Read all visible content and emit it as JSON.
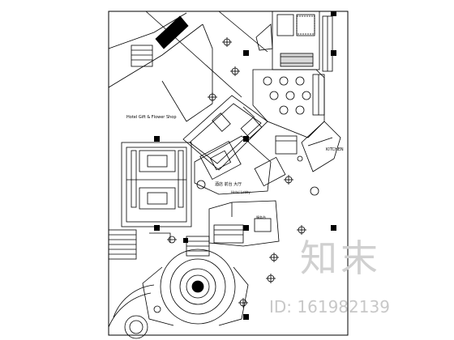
{
  "labels": {
    "shop": "Hotel Gift & Flower Shop",
    "lobby_cn": "酒店 前台 大厅",
    "lobby_en": "Hotel Lobby",
    "kitchen": "KITCHEN",
    "small_room": "服务台"
  },
  "watermark": {
    "logo": "知末",
    "id": "ID: 161982139"
  },
  "colors": {
    "line": "#000000",
    "watermark": "#c8c8c8",
    "background": "#ffffff"
  }
}
